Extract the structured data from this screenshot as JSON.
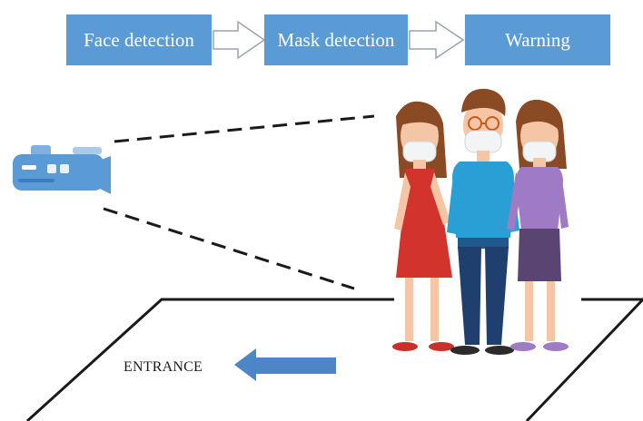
{
  "pipeline": {
    "steps": [
      {
        "label": "Face detection"
      },
      {
        "label": "Mask detection"
      },
      {
        "label": "Warning"
      }
    ]
  },
  "scene": {
    "entrance_label": "ENTRANCE",
    "camera_icon": "video-camera-icon",
    "people_icon": "masked-people-illustration"
  },
  "colors": {
    "box_fill": "#5b9bd5",
    "box_text": "#ffffff",
    "arrow_fill": "#4a86c8",
    "camera": "#5b9bd5"
  }
}
